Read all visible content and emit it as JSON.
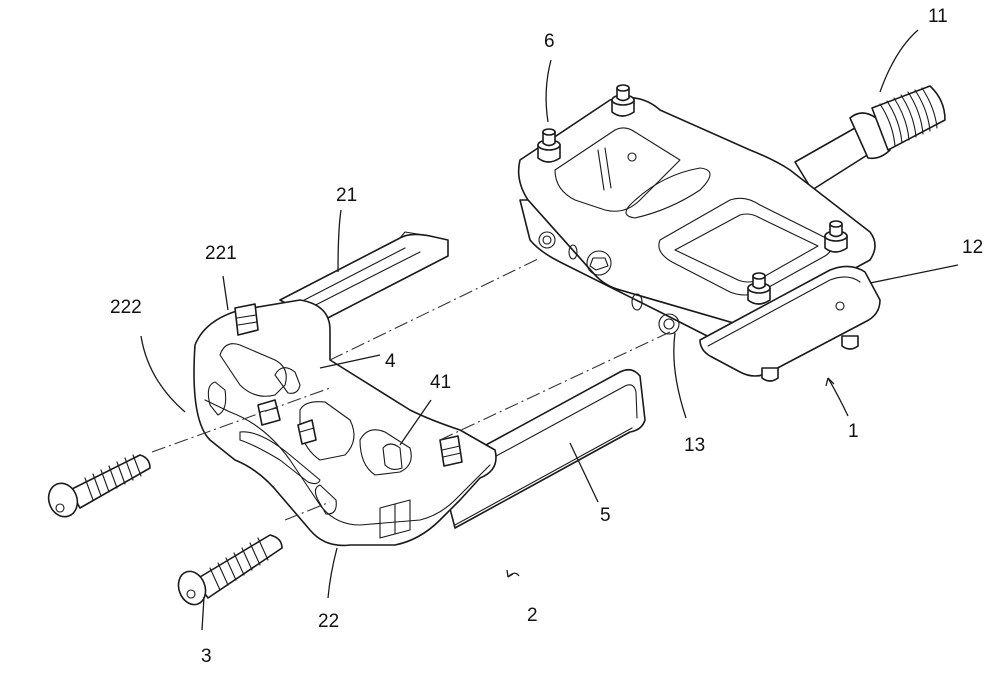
{
  "figure": {
    "type": "patent exploded view drawing",
    "colors": {
      "line": "#1a1a1a",
      "background": "#ffffff"
    },
    "labels": {
      "l1": "1",
      "l2": "2",
      "l3": "3",
      "l4": "4",
      "l5": "5",
      "l6": "6",
      "l11": "11",
      "l12": "12",
      "l13": "13",
      "l21": "21",
      "l22": "22",
      "l41": "41",
      "l221": "221",
      "l222": "222"
    }
  }
}
